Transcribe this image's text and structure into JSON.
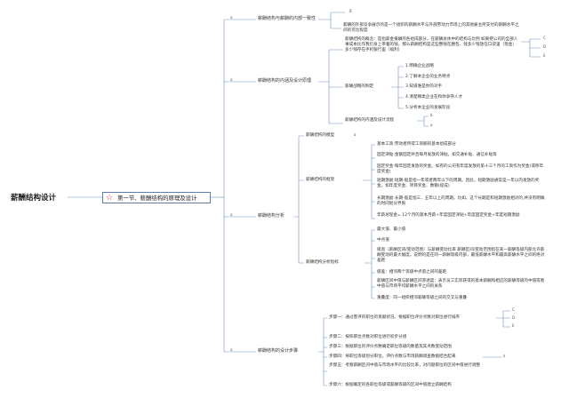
{
  "root": {
    "label": "薪酬结构设计"
  },
  "main": {
    "label": "第一节、薪酬结构的原理及设计",
    "icon": "star-icon"
  },
  "markers": {
    "a": "a",
    "b": "B",
    "b_lower": "b",
    "c": "C",
    "d": "D",
    "e": "E"
  },
  "s1": {
    "label": "薪酬结构与薪酬的内部一致性",
    "text": "薪酬的外部竞争展示的是一个组织的薪酬水平与外部劳动力市场上的其他雇主所支付的薪酬水平之间的可比程度"
  },
  "s2": {
    "label": "薪酬结构的内涵及设计原理",
    "concept": "薪酬结构的概念：是指薪金报酬的各组成部分，在薪酬总体中的结构与比例 如果把公司的全部人事成本比作我们身上带着的钱，那么薪酬结构是这些整钱在腰包、钱多少钱放在口袋里（现金）多少钱存在手机银行里（福利）",
    "strategy_label": "薪酬战略的制定",
    "strategy": [
      "1.明确企业战略",
      "2.了解本企业的业务特点",
      "3.知道谁是你的对手",
      "4.清楚哪类企业在和你争夺人才",
      "5.分析本企业的发展阶段"
    ],
    "design_flow": "薪酬结构的内涵及设计流程"
  },
  "s3": {
    "label": "薪酬结构分析",
    "model": "薪酬结构的模型",
    "summary_label": "薪酬结构的框架",
    "summary": [
      "基本工资:劳动者所得工资额的基本组成部分",
      "固定津贴:金额固定并且每月发放的津贴。如交通补贴、通信补贴等",
      "固定奖金:每年固定发放的奖金。如有的公司有年度发放的第十三个月的工资作为奖金(或称年度奖金)",
      "短期激励:短期-般是指一年或者两年以下的周期。因此，短期激励通常是一年以内发放的奖金。如年度奖金、项目奖金、数额(提成)",
      "长期激励:长期-般是指三、五年以上的周期。比如，这个长期是和短期激励相对的,并没有明确的时间划分界限",
      "年薪总现金= 12个月的基本月薪+年度固定津贴+年度固定奖金+年度短期激励"
    ],
    "analysis_label": "薪酬结构分析指标",
    "analysis": [
      "最大值、最小值",
      "中点值",
      "级宽（薪酬区间/变动范围）与薪酬变动比率 薪酬区间/变动范围指在某一薪酬等级内部允许薪酬变动的最大幅度。说明的是在同一薪酬等级内部，最低薪酬水平和最高薪酬水平之间的绝对差距",
      "级差：相邻两个等级中点值之间的差距",
      "薪酬区间中值与薪酬区间渗透度：表示员工实际获得的基本薪酬和相应的薪酬等级的中值或者中值与市场平均薪酬水平之间的关系",
      "重叠度：同一组织相邻薪酬等级之间的交叉与重叠"
    ]
  },
  "s4": {
    "label": "薪酬结构的设计步骤",
    "steps": [
      "步骤一：通过客评的职位的贡献状况，根据职位评价点数对职位进行排序",
      "步骤二：按照职位点数对职位进行初步分组",
      "步骤三：根据职位的评价点数确定职位等级的数量及其点数变动范围",
      "步骤四：将职位等级划分职位，评价点数与市场薪酬调查数据结合起来",
      "步骤五：考察薪酬区间中值与市场水平的比较比率，对问题职位的区间中值进行调整",
      "步骤六：根据确定的各职位等级或薪酬等级的区间中值建立薪酬结构"
    ]
  }
}
